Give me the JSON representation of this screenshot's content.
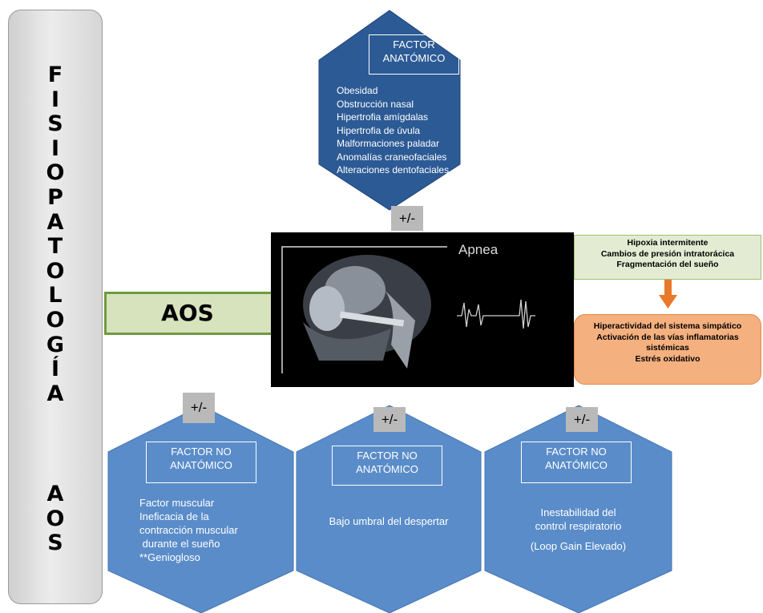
{
  "side_title": {
    "letters_top": [
      "F",
      "I",
      "S",
      "I",
      "O",
      "P",
      "A",
      "T",
      "O",
      "L",
      "O",
      "G",
      "Í",
      "A"
    ],
    "letters_bottom": [
      "A",
      "O",
      "S"
    ]
  },
  "aos_label": "AOS",
  "colors": {
    "top_hexagon": "#2c5a95",
    "bottom_hexagons": "#5a8cc9",
    "green_box": "#e3ecd2",
    "orange_box": "#f4b07e",
    "arrow": "#e8782a"
  },
  "top_factor": {
    "title_line1": "FACTOR",
    "title_line2": "ANATÓMICO",
    "items": [
      "Obesidad",
      "Obstrucción nasal",
      "Hipertrofia amígdalas",
      "Hipertrofia de úvula",
      "Malformaciones paladar",
      "Anomalías craneofaciales",
      "Alteraciones dentofaciales"
    ],
    "modifier": "+/-"
  },
  "apnea_panel": {
    "label": "Apnea"
  },
  "consequences": {
    "green_lines": [
      "Hipoxia intermitente",
      "Cambios de presión intratorácica",
      "Fragmentación del sueño"
    ],
    "orange_lines": [
      "Hiperactividad del sistema simpático",
      "Activación de las vías inflamatorias",
      "sistémicas",
      "Estrés oxidativo"
    ]
  },
  "bottom_factors": [
    {
      "modifier": "+/-",
      "title_line1": "FACTOR NO",
      "title_line2": "ANATÓMICO",
      "lines": [
        "Factor muscular",
        "Ineficacia de la",
        "contracción muscular",
        " durante el sueño",
        "**Geniogloso"
      ]
    },
    {
      "modifier": "+/-",
      "title_line1": "FACTOR NO",
      "title_line2": "ANATÓMICO",
      "lines": [
        "Bajo umbral del despertar"
      ]
    },
    {
      "modifier": "+/-",
      "title_line1": "FACTOR NO",
      "title_line2": "ANATÓMICO",
      "lines": [
        "Inestabilidad del",
        "control respiratorio",
        "",
        "(Loop Gain Elevado)"
      ]
    }
  ]
}
